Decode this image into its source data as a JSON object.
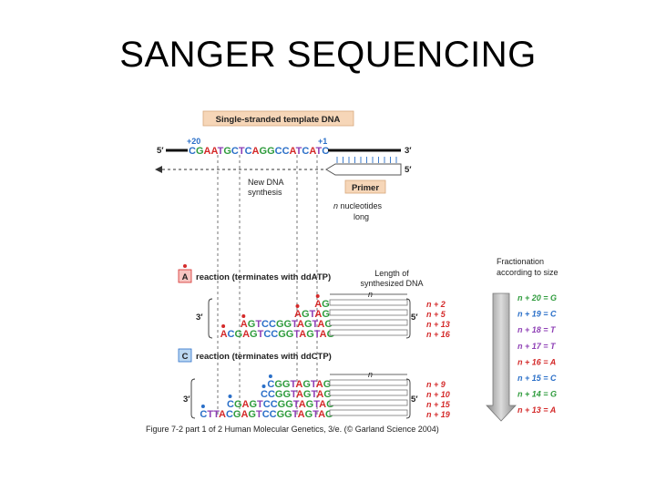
{
  "title": "SANGER SEQUENCING",
  "colors": {
    "A": "#d42a2a",
    "C": "#2a6fc8",
    "G": "#2e9b3c",
    "T": "#8e3fb5",
    "red_fill": "#f7c6c2",
    "blue_fill": "#bcd8f2",
    "template_label_fill": "#f6d6b8"
  },
  "template": {
    "label": "Single-stranded template DNA",
    "pos_left": "+20",
    "pos_right": "+1",
    "five_prime": "5′",
    "three_prime": "3′",
    "sequence": "CGAATGCTCAGGCCATCATC",
    "primer_five_prime": "5′"
  },
  "annotations": {
    "new_dna_line1": "New DNA",
    "new_dna_line2": "synthesis",
    "primer": "Primer",
    "n_nucleotides_italic": "n",
    "n_nucleotides_rest": " nucleotides",
    "long": "long"
  },
  "reaction_a": {
    "badge": "A",
    "label": "reaction (terminates with ddATP)",
    "end_3": "3′",
    "end_5": "5′",
    "n_label": "n",
    "fragments": [
      {
        "seq": "AG",
        "length": "n + 2"
      },
      {
        "seq": "AGTAG",
        "length": "n + 5"
      },
      {
        "seq": "AGTCCGGTAGTAG",
        "length": "n + 13"
      },
      {
        "seq": "ACGAGTCCGGTAGTAG",
        "length": "n + 16"
      }
    ]
  },
  "reaction_c": {
    "badge": "C",
    "label": "reaction (terminates with ddCTP)",
    "end_3": "3′",
    "end_5": "5′",
    "n_label": "n",
    "fragments": [
      {
        "seq": "CGGTAGTAG",
        "length": "n + 9"
      },
      {
        "seq": "CCGGTAGTAG",
        "length": "n + 10"
      },
      {
        "seq": "CGAGTCCGGTAGTAG",
        "length": "n + 15"
      },
      {
        "seq": "CTTACGAGTCCGGTAGTAG",
        "length": "n + 19"
      }
    ]
  },
  "length_header": {
    "line1": "Length of",
    "line2": "synthesized DNA"
  },
  "fractionation": {
    "line1": "Fractionation",
    "line2": "according to size",
    "items": [
      {
        "text": "n + 20 = G",
        "base": "G"
      },
      {
        "text": "n + 19 = C",
        "base": "C"
      },
      {
        "text": "n + 18 = T",
        "base": "T"
      },
      {
        "text": "n + 17 = T",
        "base": "T"
      },
      {
        "text": "n + 16 = A",
        "base": "A"
      },
      {
        "text": "n + 15 = C",
        "base": "C"
      },
      {
        "text": "n + 14 = G",
        "base": "G"
      },
      {
        "text": "n + 13 = A",
        "base": "A"
      }
    ]
  },
  "caption": "Figure 7-2  part 1 of 2  Human Molecular Genetics, 3/e.  (© Garland Science 2004)"
}
